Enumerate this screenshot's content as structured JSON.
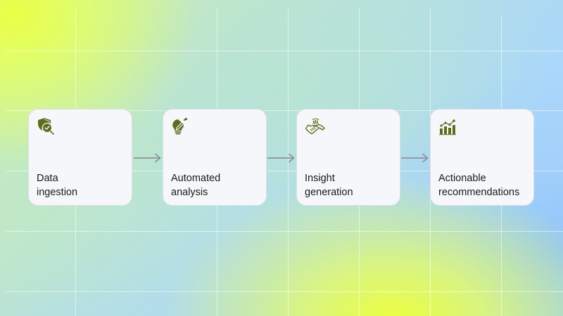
{
  "diagram": {
    "type": "process-flow",
    "direction": "left-to-right",
    "colors": {
      "icon": "#5a6e1e",
      "card_bg": "#f6f7fa",
      "card_border": "#dcdfe5",
      "arrow": "#8f9299",
      "text": "#1a1a1a",
      "grid": "#ffffff"
    },
    "steps": [
      {
        "label_line1": "Data",
        "label_line2": "ingestion",
        "icon": "shield-check-search-icon"
      },
      {
        "label_line1": "Automated",
        "label_line2": "analysis",
        "icon": "lightbulb-pencil-icon"
      },
      {
        "label_line1": "Insight",
        "label_line2": "generation",
        "icon": "handshake-chart-icon"
      },
      {
        "label_line1": "Actionable",
        "label_line2": "recommendations",
        "icon": "bar-line-chart-icon"
      }
    ],
    "connectors": [
      {
        "from": 0,
        "to": 1,
        "icon": "arrow-right-icon"
      },
      {
        "from": 1,
        "to": 2,
        "icon": "arrow-right-icon"
      },
      {
        "from": 2,
        "to": 3,
        "icon": "arrow-right-icon"
      }
    ]
  }
}
